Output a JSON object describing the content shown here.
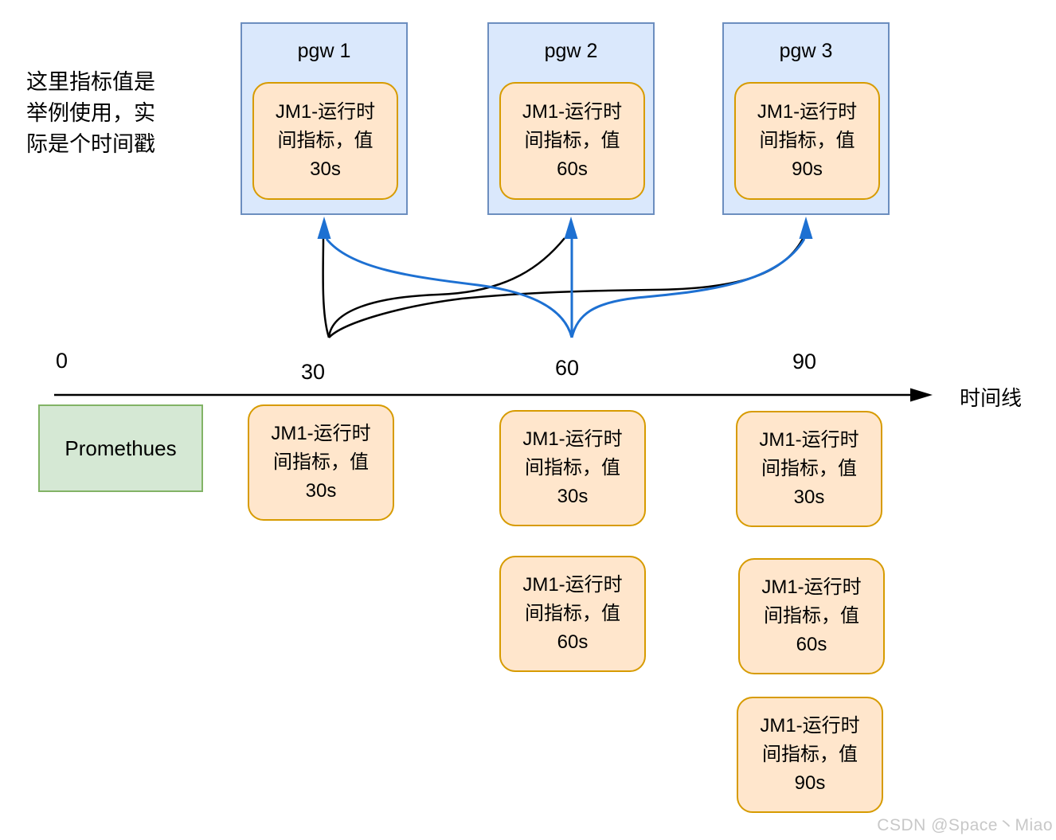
{
  "annotation_note": "这里指标值是\n举例使用，实\n际是个时间戳",
  "pgw_nodes": [
    {
      "title": "pgw 1",
      "metric_label": "JM1-运行时\n间指标，值\n30s"
    },
    {
      "title": "pgw 2",
      "metric_label": "JM1-运行时\n间指标，值\n60s"
    },
    {
      "title": "pgw 3",
      "metric_label": "JM1-运行时\n间指标，值\n90s"
    }
  ],
  "timeline": {
    "ticks": [
      "0",
      "30",
      "60",
      "90"
    ],
    "axis_label": "时间线"
  },
  "prometheus_label": "Promethues",
  "scraped_samples": {
    "t30": [
      "JM1-运行时\n间指标，值\n30s"
    ],
    "t60": [
      "JM1-运行时\n间指标，值\n30s",
      "JM1-运行时\n间指标，值\n60s"
    ],
    "t90": [
      "JM1-运行时\n间指标，值\n30s",
      "JM1-运行时\n间指标，值\n60s",
      "JM1-运行时\n间指标，值\n90s"
    ]
  },
  "watermark": "CSDN @Space丶Miao",
  "colors": {
    "pgw_fill": "#dae8fc",
    "pgw_border": "#6c8ebf",
    "metric_fill": "#ffe6cc",
    "metric_border": "#d79b00",
    "prometheus_fill": "#d5e8d4",
    "prometheus_border": "#82b366",
    "arrow_blue": "#1d70d2",
    "arrow_black": "#000000",
    "watermark_gray": "#c8c8c8"
  }
}
